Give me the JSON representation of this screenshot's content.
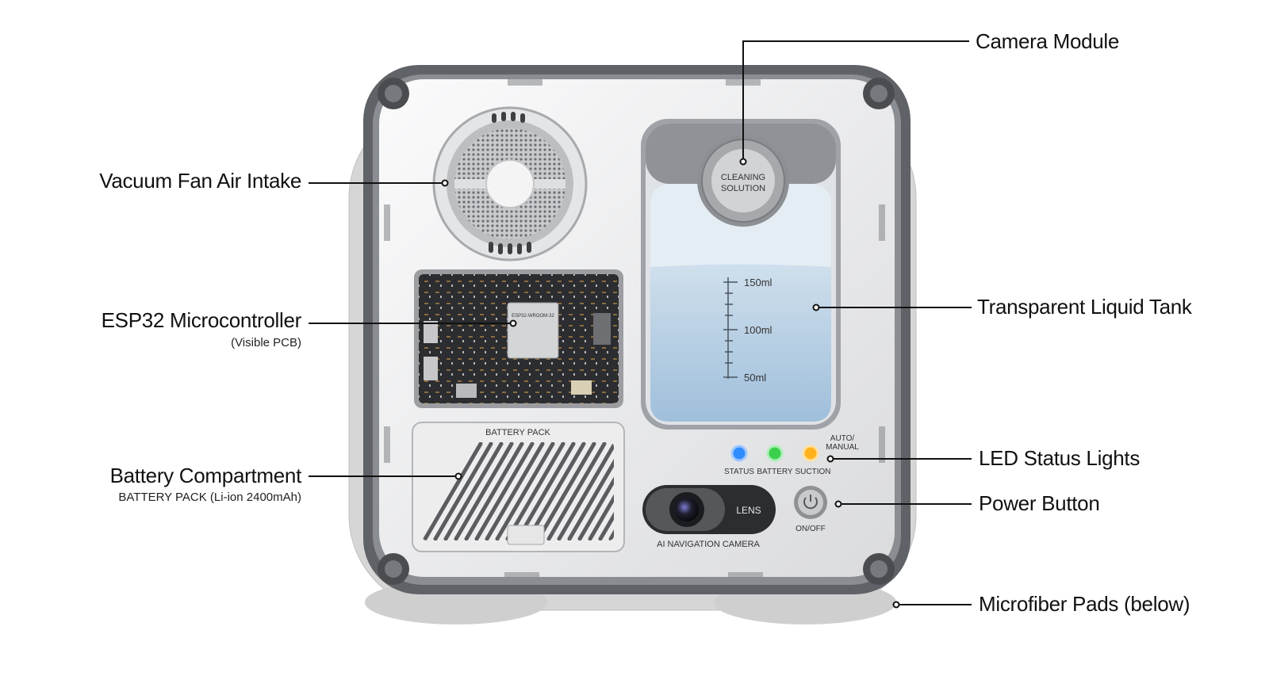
{
  "callouts": {
    "camera_module": "Camera Module",
    "vacuum_fan": "Vacuum Fan Air Intake",
    "esp32": "ESP32 Microcontroller",
    "esp32_sub": "(Visible PCB)",
    "liquid_tank": "Transparent Liquid Tank",
    "led_lights": "LED Status Lights",
    "battery": "Battery Compartment",
    "battery_sub": "BATTERY PACK (Li-ion 2400mAh)",
    "power_button": "Power Button",
    "pads": "Microfiber Pads (below)"
  },
  "device": {
    "cap_line1": "CLEANING",
    "cap_line2": "SOLUTION",
    "tank_marks": [
      "150ml",
      "100ml",
      "50ml"
    ],
    "battery_pack": "BATTERY PACK",
    "mode_line1": "AUTO/",
    "mode_line2": "MANUAL",
    "led_labels": [
      "STATUS",
      "BATTERY",
      "SUCTION"
    ],
    "lens": "LENS",
    "camera_caption": "AI NAVIGATION CAMERA",
    "power_caption": "ON/OFF",
    "chip_label": "ESP32-WROOM-32"
  },
  "colors": {
    "led_status": "#2f8cff",
    "led_battery": "#3ccf4e",
    "led_suction": "#ffb21e",
    "tank_liquid": "#a9c9e2",
    "body": "#ececee",
    "frame": "#5f6266"
  }
}
